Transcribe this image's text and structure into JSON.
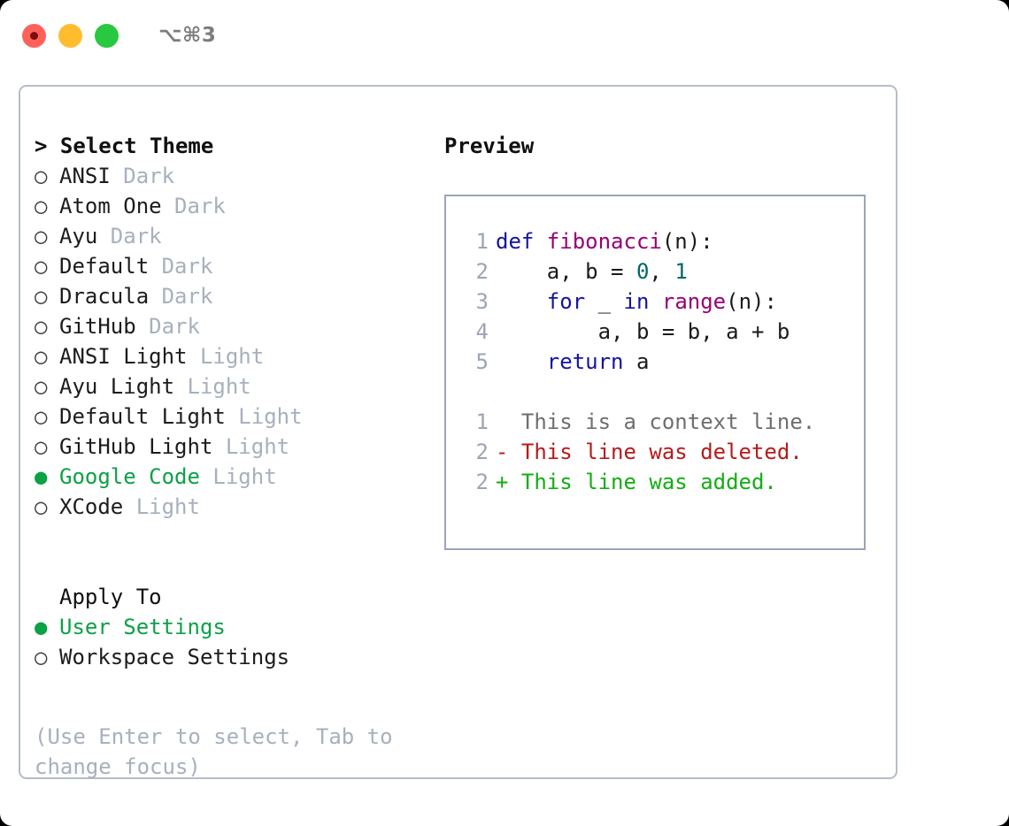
{
  "titlebar": {
    "traffic_lights": [
      {
        "name": "close",
        "color": "#ff6159"
      },
      {
        "name": "minimize",
        "color": "#ffbd2e"
      },
      {
        "name": "maximize",
        "color": "#28c840"
      }
    ],
    "shortcut": "⌥⌘3"
  },
  "theme_selector": {
    "header": "> Select Theme",
    "selected_bullet": "●",
    "unselected_bullet": "○",
    "selected_color": "#0ba145",
    "badge_color": "#a7b0bd",
    "items": [
      {
        "name": "ANSI",
        "badge": "Dark",
        "selected": false
      },
      {
        "name": "Atom One",
        "badge": "Dark",
        "selected": false
      },
      {
        "name": "Ayu",
        "badge": "Dark",
        "selected": false
      },
      {
        "name": "Default",
        "badge": "Dark",
        "selected": false
      },
      {
        "name": "Dracula",
        "badge": "Dark",
        "selected": false
      },
      {
        "name": "GitHub",
        "badge": "Dark",
        "selected": false
      },
      {
        "name": "ANSI Light",
        "badge": "Light",
        "selected": false
      },
      {
        "name": "Ayu Light",
        "badge": "Light",
        "selected": false
      },
      {
        "name": "Default Light",
        "badge": "Light",
        "selected": false
      },
      {
        "name": "GitHub Light",
        "badge": "Light",
        "selected": false
      },
      {
        "name": "Google Code",
        "badge": "Light",
        "selected": true
      },
      {
        "name": "XCode",
        "badge": "Light",
        "selected": false
      }
    ]
  },
  "apply_to": {
    "header": "Apply To",
    "items": [
      {
        "name": "User Settings",
        "selected": true
      },
      {
        "name": "Workspace Settings",
        "selected": false
      }
    ]
  },
  "hint": "(Use Enter to select, Tab to change focus)",
  "preview": {
    "title": "Preview",
    "code_lines": [
      {
        "num": "1",
        "tokens": [
          {
            "t": "def ",
            "c": "kw"
          },
          {
            "t": "fibonacci",
            "c": "fn"
          },
          {
            "t": "(n):",
            "c": "txt"
          }
        ]
      },
      {
        "num": "2",
        "tokens": [
          {
            "t": "    a, b = ",
            "c": "txt"
          },
          {
            "t": "0",
            "c": "num"
          },
          {
            "t": ", ",
            "c": "txt"
          },
          {
            "t": "1",
            "c": "num"
          }
        ]
      },
      {
        "num": "3",
        "tokens": [
          {
            "t": "    ",
            "c": "txt"
          },
          {
            "t": "for",
            "c": "kw"
          },
          {
            "t": " _ ",
            "c": "txt"
          },
          {
            "t": "in",
            "c": "kw"
          },
          {
            "t": " ",
            "c": "txt"
          },
          {
            "t": "range",
            "c": "fn"
          },
          {
            "t": "(n):",
            "c": "txt"
          }
        ]
      },
      {
        "num": "4",
        "tokens": [
          {
            "t": "        a, b = b, a + b",
            "c": "txt"
          }
        ]
      },
      {
        "num": "5",
        "tokens": [
          {
            "t": "    ",
            "c": "txt"
          },
          {
            "t": "return",
            "c": "kw"
          },
          {
            "t": " a",
            "c": "txt"
          }
        ]
      }
    ],
    "diff_lines": [
      {
        "num": "1",
        "marker": " ",
        "text": " This is a context line.",
        "kind": "context"
      },
      {
        "num": "2",
        "marker": "-",
        "text": " This line was deleted.",
        "kind": "del"
      },
      {
        "num": "2",
        "marker": "+",
        "text": " This line was added.",
        "kind": "add"
      }
    ],
    "colors": {
      "keyword": "#1414a0",
      "function": "#990073",
      "number": "#006666",
      "text": "#1a1a1a",
      "lineno": "#9aa5b4",
      "diff_context": "#6e6e6e",
      "diff_deleted": "#b61b1b",
      "diff_added": "#13ad13",
      "panel_border": "#9aa5b4"
    }
  }
}
